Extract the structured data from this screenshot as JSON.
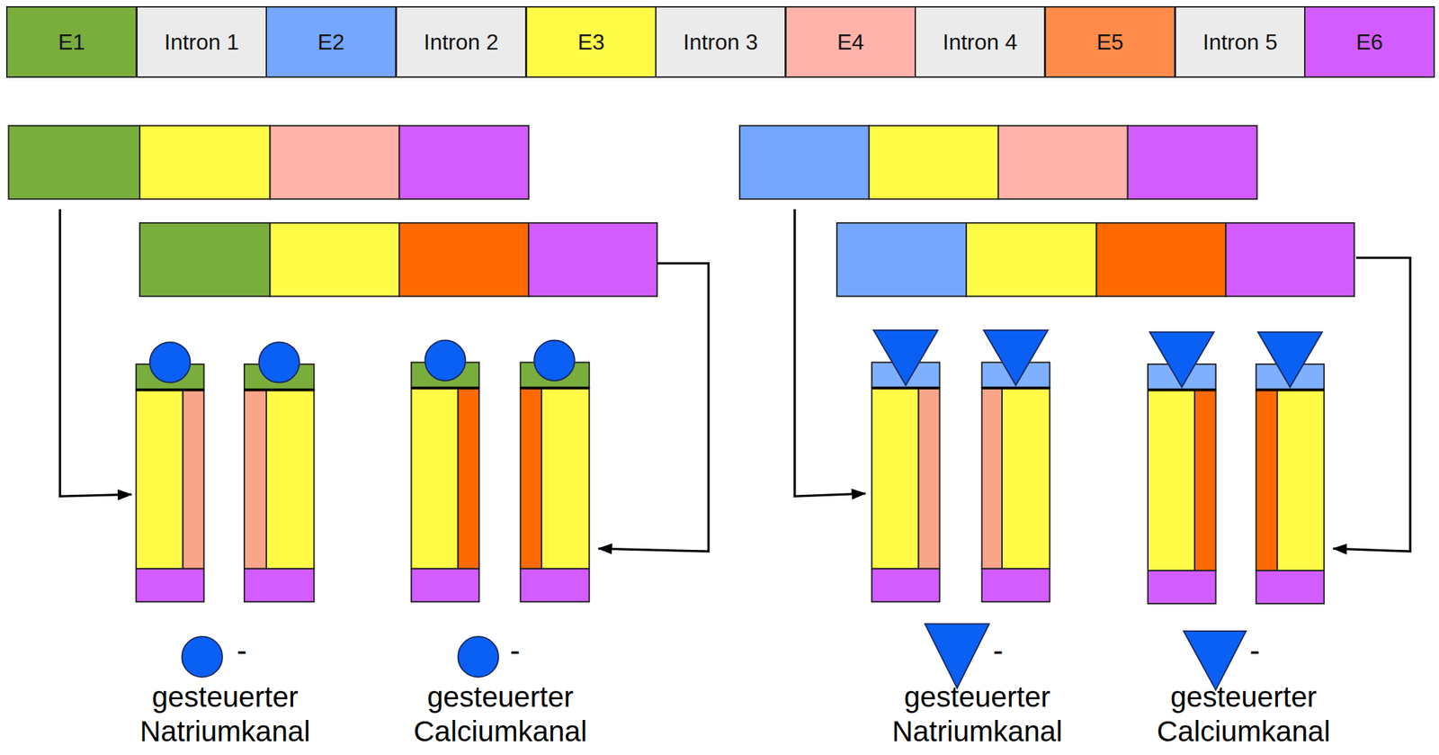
{
  "diagram": {
    "nodes": [
      {
        "text": [
          "E1"
        ]
      },
      {
        "text": [
          "Intron 1"
        ]
      },
      {
        "text": [
          "E2"
        ]
      },
      {
        "text": [
          "Intron 2"
        ]
      },
      {
        "text": [
          "E3"
        ]
      },
      {
        "text": [
          "Intron 3"
        ]
      },
      {
        "text": [
          "E4"
        ]
      },
      {
        "text": [
          "Intron 4"
        ]
      },
      {
        "text": [
          "E5"
        ]
      },
      {
        "text": [
          "Intron 5"
        ]
      },
      {
        "text": [
          "E6"
        ]
      }
    ],
    "labels": [
      "-",
      "gesteuerter Natriumkanal",
      "-",
      "gesteuerter Calciumkanal",
      "-",
      "gesteuerter Natriumkanal",
      "-",
      "gesteuerter Calciumkanal"
    ]
  }
}
